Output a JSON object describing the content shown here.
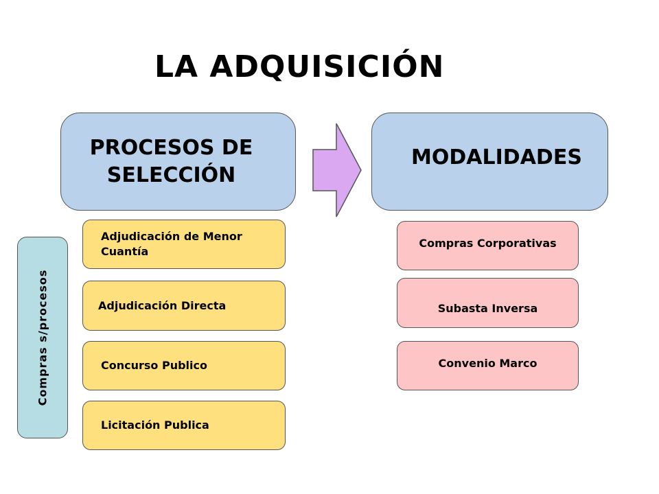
{
  "title": "LA ADQUISICIÓN",
  "left": {
    "header": "PROCESOS DE SELECCIÓN",
    "side_label": "Compras s/procesos",
    "items": [
      {
        "label": "Adjudicación de Menor Cuantía"
      },
      {
        "label": "Adjudicación Directa"
      },
      {
        "label": "Concurso Publico"
      },
      {
        "label": "Licitación Publica"
      }
    ]
  },
  "right": {
    "header": "MODALIDADES",
    "items": [
      {
        "label": "Compras Corporativas"
      },
      {
        "label": "Subasta Inversa"
      },
      {
        "label": "Convenio Marco"
      }
    ]
  },
  "colors": {
    "header_fill": "#b9d1ea",
    "left_item_fill": "#fee17e",
    "right_item_fill": "#fdc5c6",
    "side_label_fill": "#b7dde4",
    "arrow_fill": "#d9a8f0"
  }
}
